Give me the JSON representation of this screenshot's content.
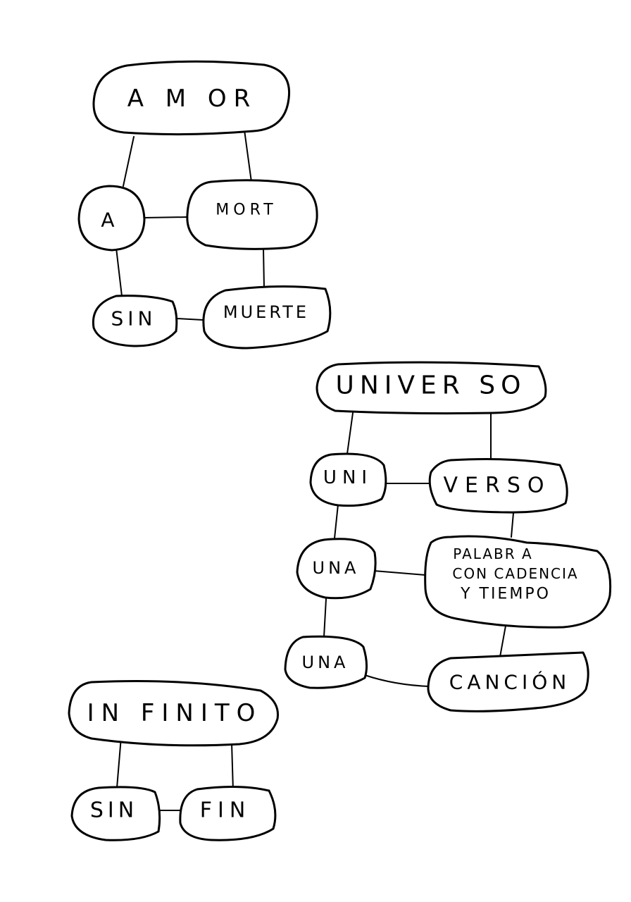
{
  "diagrams": [
    {
      "id": "amor",
      "nodes": {
        "root": "A M OR",
        "left_1": "A",
        "right_1": "MORT",
        "left_2": "SIN",
        "right_2": "MUERTE"
      }
    },
    {
      "id": "universo",
      "nodes": {
        "root": "UNIVER SO",
        "left_1": "UNI",
        "right_1": "VERSO",
        "left_2": "UNA",
        "right_2_line1": "PALABR A",
        "right_2_line2": "CON CADENCIA",
        "right_2_line3": "Y TIEMPO",
        "left_3": "UNA",
        "right_3": "CANCIÓN"
      }
    },
    {
      "id": "infinito",
      "nodes": {
        "root": "IN FINITO",
        "left_1": "SIN",
        "right_1": "FIN"
      }
    }
  ],
  "colors": {
    "stroke": "#000000",
    "background": "#ffffff"
  }
}
